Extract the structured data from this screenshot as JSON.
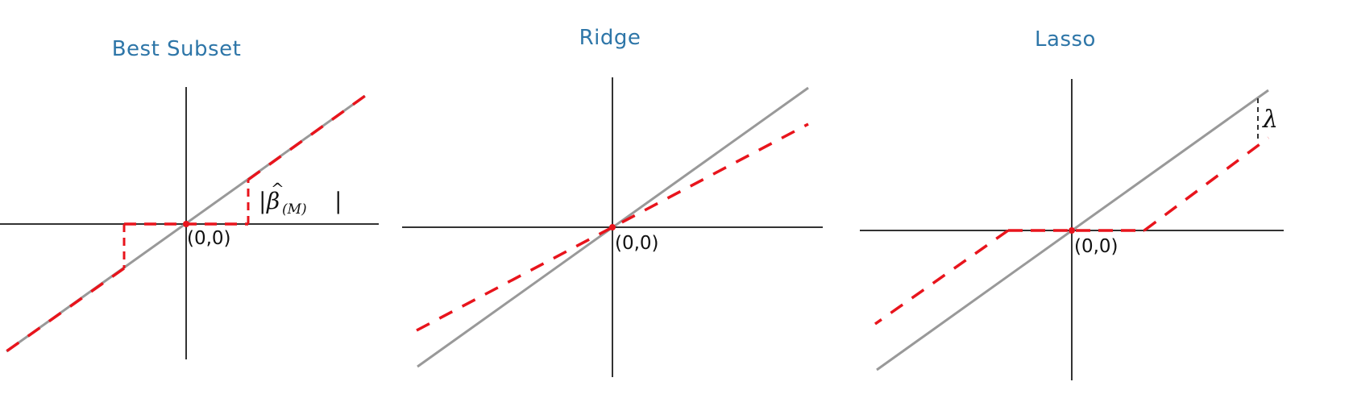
{
  "panels": [
    {
      "id": "best-subset",
      "title": "Best Subset",
      "origin_label": "(0,0)",
      "annotation": {
        "bar": "|",
        "beta": "β",
        "hat": "^",
        "subscript": "(M)"
      }
    },
    {
      "id": "ridge",
      "title": "Ridge",
      "origin_label": "(0,0)"
    },
    {
      "id": "lasso",
      "title": "Lasso",
      "origin_label": "(0,0)",
      "annotation": {
        "symbol": "λ"
      }
    }
  ],
  "colors": {
    "title": "#2e76a8",
    "axis": "#333333",
    "identity_line": "#999999",
    "estimator_line": "#e8141c",
    "annotation_dash": "#333333"
  }
}
